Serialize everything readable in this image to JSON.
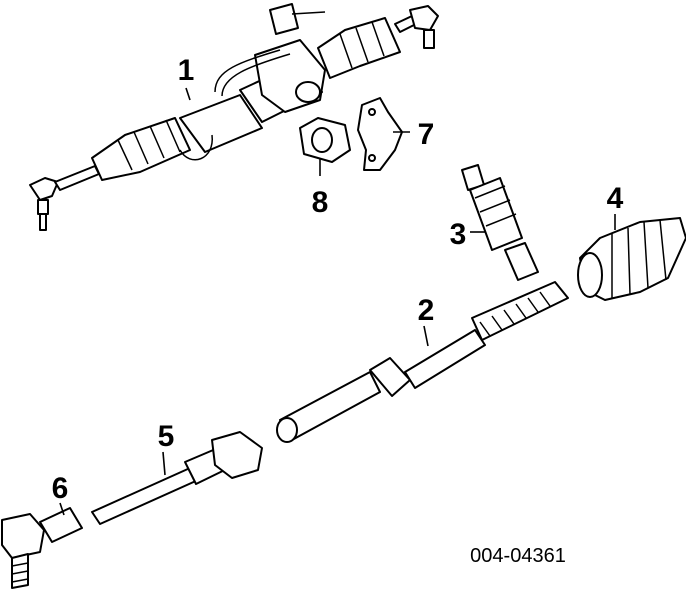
{
  "diagram": {
    "callouts": [
      "1",
      "2",
      "3",
      "4",
      "5",
      "6",
      "7",
      "8"
    ],
    "part_code": "004-04361"
  }
}
